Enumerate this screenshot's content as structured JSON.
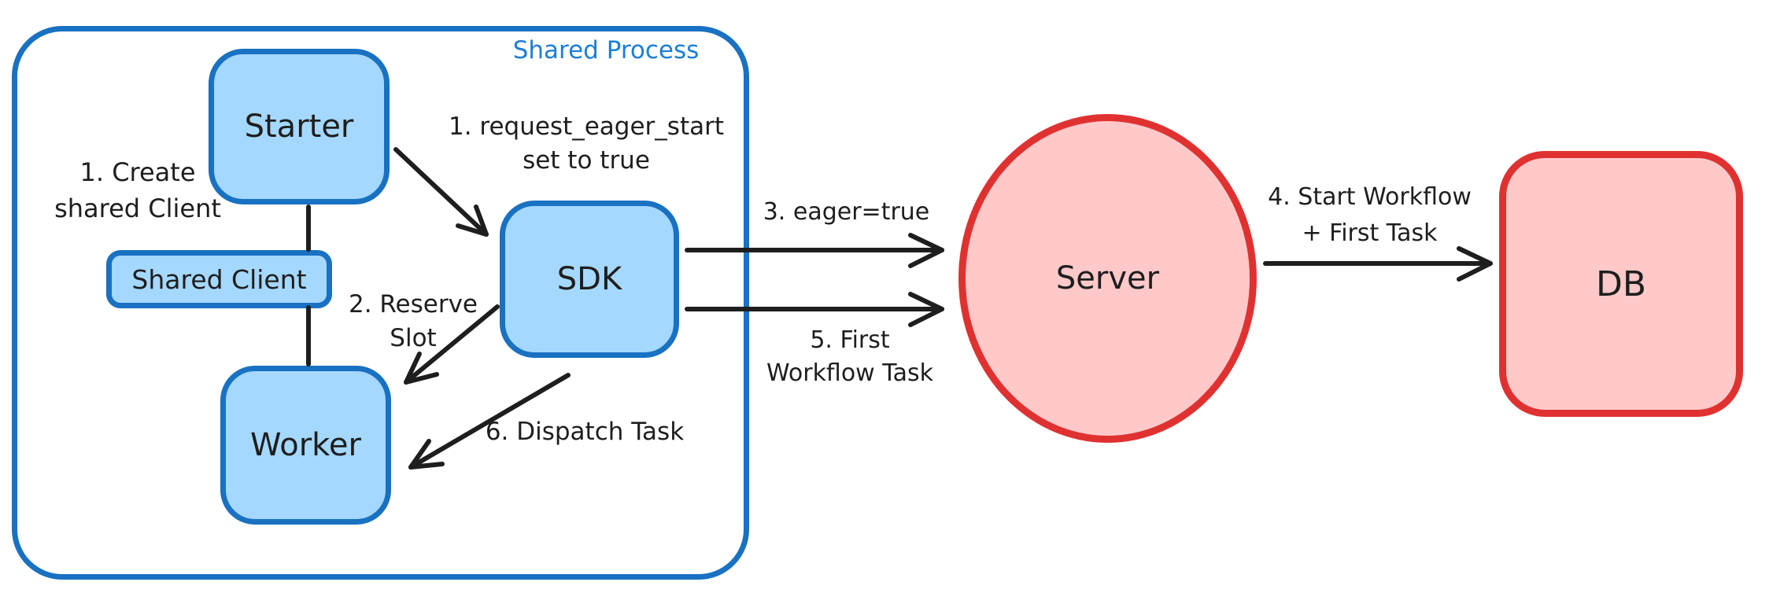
{
  "diagram": {
    "shared_process": {
      "label": "Shared Process"
    },
    "nodes": {
      "starter": {
        "label": "Starter"
      },
      "shared_client": {
        "label": "Shared Client"
      },
      "worker": {
        "label": "Worker"
      },
      "sdk": {
        "label": "SDK"
      },
      "server": {
        "label": "Server"
      },
      "db": {
        "label": "DB"
      }
    },
    "annotations": {
      "create_shared_client": {
        "line1": "1. Create",
        "line2": "shared Client"
      },
      "request_eager_start": {
        "line1": "1. request_eager_start",
        "line2": "set to true"
      },
      "reserve_slot": {
        "line1": "2. Reserve",
        "line2": "Slot"
      },
      "eager_true": {
        "text": "3. eager=true"
      },
      "start_workflow": {
        "line1": "4. Start Workflow",
        "line2": "+ First Task"
      },
      "first_workflow_task": {
        "line1": "5. First",
        "line2": "Workflow Task"
      },
      "dispatch_task": {
        "text": "6. Dispatch Task"
      }
    },
    "edges": [
      {
        "from": "Starter",
        "to": "SDK",
        "label": "1. request_eager_start set to true"
      },
      {
        "from": "Starter",
        "to": "Shared Client",
        "label": ""
      },
      {
        "from": "Shared Client",
        "to": "Worker",
        "label": ""
      },
      {
        "from": "SDK",
        "to": "Worker",
        "label": "2. Reserve Slot"
      },
      {
        "from": "SDK",
        "to": "Server",
        "label": "3. eager=true"
      },
      {
        "from": "Server",
        "to": "DB",
        "label": "4. Start Workflow + First Task"
      },
      {
        "from": "SDK",
        "to": "Server",
        "label": "5. First Workflow Task"
      },
      {
        "from": "SDK",
        "to": "Worker",
        "label": "6. Dispatch Task"
      }
    ],
    "colors": {
      "blue_stroke": "#1971c2",
      "blue_fill": "#a5d8ff",
      "blue_label": "#1c7ed6",
      "red_stroke": "#e03131",
      "red_fill": "#ffc9c9",
      "ink": "#1e1e1e",
      "background": "#ffffff"
    }
  }
}
